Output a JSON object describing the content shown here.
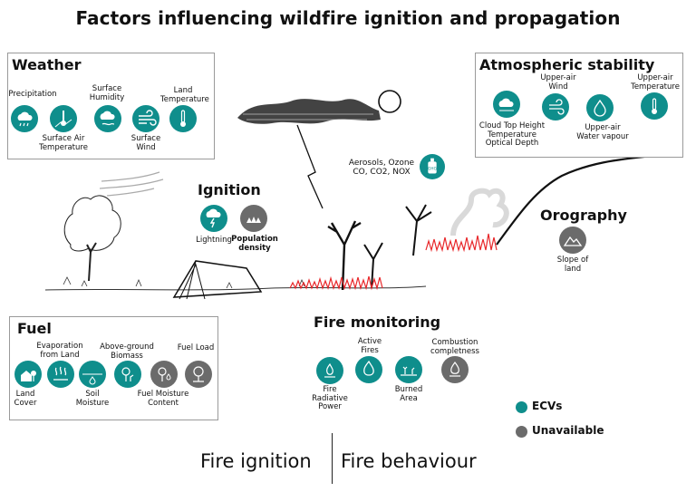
{
  "title": "Factors influencing wildfire ignition and propagation",
  "colors": {
    "ecv": "#0f8e8c",
    "unavailable": "#6b6b6b",
    "fire": "#e8272a"
  },
  "weather": {
    "title": "Weather",
    "items": [
      {
        "label": "Precipitation",
        "icon": "rain-cloud-icon"
      },
      {
        "label": "Surface Air Temperature",
        "icon": "surface-temperature-icon"
      },
      {
        "label": "Surface Humidity",
        "icon": "humidity-cloud-icon"
      },
      {
        "label": "Surface Wind",
        "icon": "wind-icon"
      },
      {
        "label": "Land Temperature",
        "icon": "thermometer-icon"
      }
    ]
  },
  "atmospheric": {
    "title": "Atmospheric stability",
    "items": [
      {
        "label": "Cloud Top Height Temperature Optical Depth",
        "icon": "cloud-top-icon"
      },
      {
        "label": "Upper-air Wind",
        "icon": "upper-wind-icon"
      },
      {
        "label": "Upper-air Water vapour",
        "icon": "water-vapour-icon"
      },
      {
        "label": "Upper-air Temperature",
        "icon": "upper-temperature-icon"
      }
    ]
  },
  "aerosols": {
    "label": "Aerosols, Ozone CO, CO2, NOX",
    "icon": "ghg-spray-icon",
    "icon_text": "GHG"
  },
  "ignition": {
    "title": "Ignition",
    "items": [
      {
        "label": "Lightning",
        "icon": "lightning-icon",
        "status": "ecv"
      },
      {
        "label": "Population density",
        "icon": "population-icon",
        "status": "unavailable"
      }
    ]
  },
  "orography": {
    "title": "Orography",
    "items": [
      {
        "label": "Slope of land",
        "icon": "slope-icon",
        "status": "unavailable"
      }
    ]
  },
  "fuel": {
    "title": "Fuel",
    "items": [
      {
        "label": "Land Cover",
        "icon": "land-cover-icon",
        "status": "ecv"
      },
      {
        "label": "Evaporation from Land",
        "icon": "evaporation-icon",
        "status": "ecv"
      },
      {
        "label": "Soil Moisture",
        "icon": "soil-moisture-icon",
        "status": "ecv"
      },
      {
        "label": "Above-ground Biomass",
        "icon": "biomass-icon",
        "status": "ecv"
      },
      {
        "label": "Fuel Moisture Content",
        "icon": "fuel-moisture-icon",
        "status": "unavailable"
      },
      {
        "label": "Fuel Load",
        "icon": "fuel-load-icon",
        "status": "unavailable"
      }
    ]
  },
  "monitoring": {
    "title": "Fire monitoring",
    "items": [
      {
        "label": "Fire Radiative Power",
        "icon": "fire-radiative-power-icon",
        "status": "ecv"
      },
      {
        "label": "Active Fires",
        "icon": "active-fire-icon",
        "status": "ecv"
      },
      {
        "label": "Burned Area",
        "icon": "burned-area-icon",
        "status": "ecv"
      },
      {
        "label": "Combustion completness",
        "icon": "combustion-icon",
        "status": "unavailable"
      }
    ]
  },
  "legend": {
    "ecv": "ECVs",
    "unavailable": "Unavailable"
  },
  "bottom": {
    "left": "Fire ignition",
    "right": "Fire behaviour"
  }
}
